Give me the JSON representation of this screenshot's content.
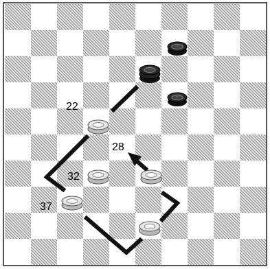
{
  "board": {
    "size": 10,
    "black_pieces": [
      {
        "square": "b1"
      },
      {
        "square": "b2",
        "king": true
      },
      {
        "square": "b3"
      }
    ],
    "white_pieces": [
      {
        "square": "22"
      },
      {
        "square": "32"
      },
      {
        "square": "37"
      },
      {
        "square": "w4"
      },
      {
        "square": "w5"
      }
    ],
    "labels": [
      {
        "text": "22"
      },
      {
        "text": "28"
      },
      {
        "text": "32"
      },
      {
        "text": "37"
      }
    ],
    "colors": {
      "dark_square": "#8a8a8a",
      "light_square": "#ffffff",
      "black_piece": "#222222",
      "white_piece": "#f4f4f4",
      "move_line": "#111111"
    }
  }
}
